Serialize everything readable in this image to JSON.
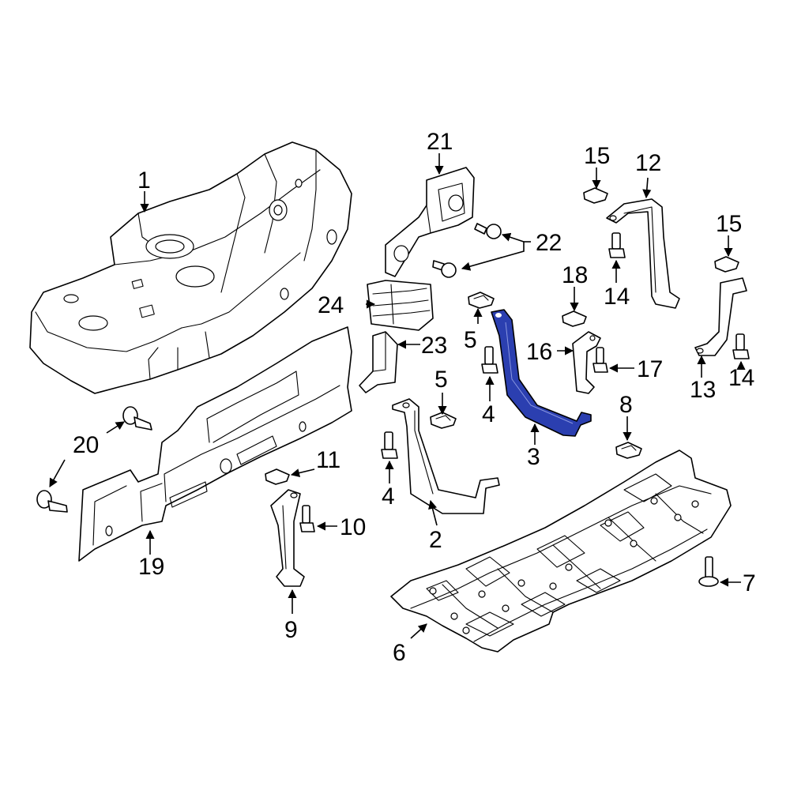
{
  "diagram": {
    "highlight_color": "#2b3fb0",
    "callouts": [
      {
        "id": "c1",
        "text": "1"
      },
      {
        "id": "c2",
        "text": "2"
      },
      {
        "id": "c3",
        "text": "3"
      },
      {
        "id": "c4a",
        "text": "4"
      },
      {
        "id": "c4b",
        "text": "4"
      },
      {
        "id": "c5a",
        "text": "5"
      },
      {
        "id": "c5b",
        "text": "5"
      },
      {
        "id": "c6",
        "text": "6"
      },
      {
        "id": "c7",
        "text": "7"
      },
      {
        "id": "c8",
        "text": "8"
      },
      {
        "id": "c9",
        "text": "9"
      },
      {
        "id": "c10",
        "text": "10"
      },
      {
        "id": "c11",
        "text": "11"
      },
      {
        "id": "c12",
        "text": "12"
      },
      {
        "id": "c13",
        "text": "13"
      },
      {
        "id": "c14a",
        "text": "14"
      },
      {
        "id": "c14b",
        "text": "14"
      },
      {
        "id": "c15a",
        "text": "15"
      },
      {
        "id": "c15b",
        "text": "15"
      },
      {
        "id": "c16",
        "text": "16"
      },
      {
        "id": "c17",
        "text": "17"
      },
      {
        "id": "c18",
        "text": "18"
      },
      {
        "id": "c19",
        "text": "19"
      },
      {
        "id": "c20",
        "text": "20"
      },
      {
        "id": "c21",
        "text": "21"
      },
      {
        "id": "c22",
        "text": "22"
      },
      {
        "id": "c23",
        "text": "23"
      },
      {
        "id": "c24",
        "text": "24"
      }
    ]
  }
}
